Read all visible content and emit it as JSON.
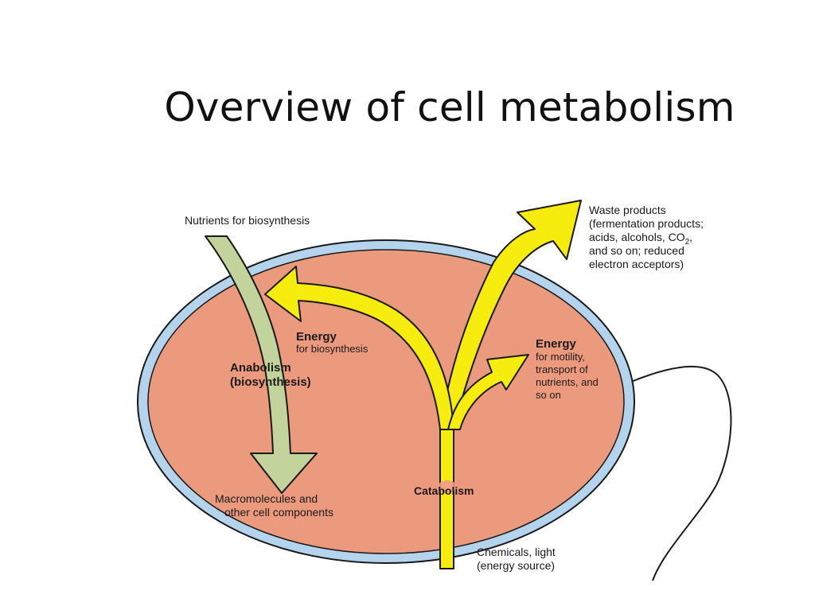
{
  "title": "Overview of cell metabolism",
  "labels": {
    "nutrients": "Nutrients for biosynthesis",
    "waste": [
      "Waste products",
      "(fermentation products;",
      "acids, alcohols, CO",
      "and so on; reduced",
      "electron acceptors)"
    ],
    "waste_subscript": "2",
    "energy_bio_title": "Energy",
    "energy_bio_sub": "for biosynthesis",
    "anabolism": [
      "Anabolism",
      "(biosynthesis)"
    ],
    "energy_mot_title": "Energy",
    "energy_mot_sub": [
      "for motility,",
      "transport of",
      "nutrients, and",
      "so on"
    ],
    "macromolecules": [
      "Macromolecules and",
      "other cell components"
    ],
    "catabolism": "Catabolism",
    "chemicals": [
      "Chemicals, light",
      "(energy source)"
    ]
  },
  "colors": {
    "cytoplasm": "#ec9a7d",
    "membrane": "#b4d3ec",
    "outline": "#1a1a1a",
    "catabolic_arrow": "#f6ec0e",
    "anabolic_arrow": "#c2d49c"
  }
}
